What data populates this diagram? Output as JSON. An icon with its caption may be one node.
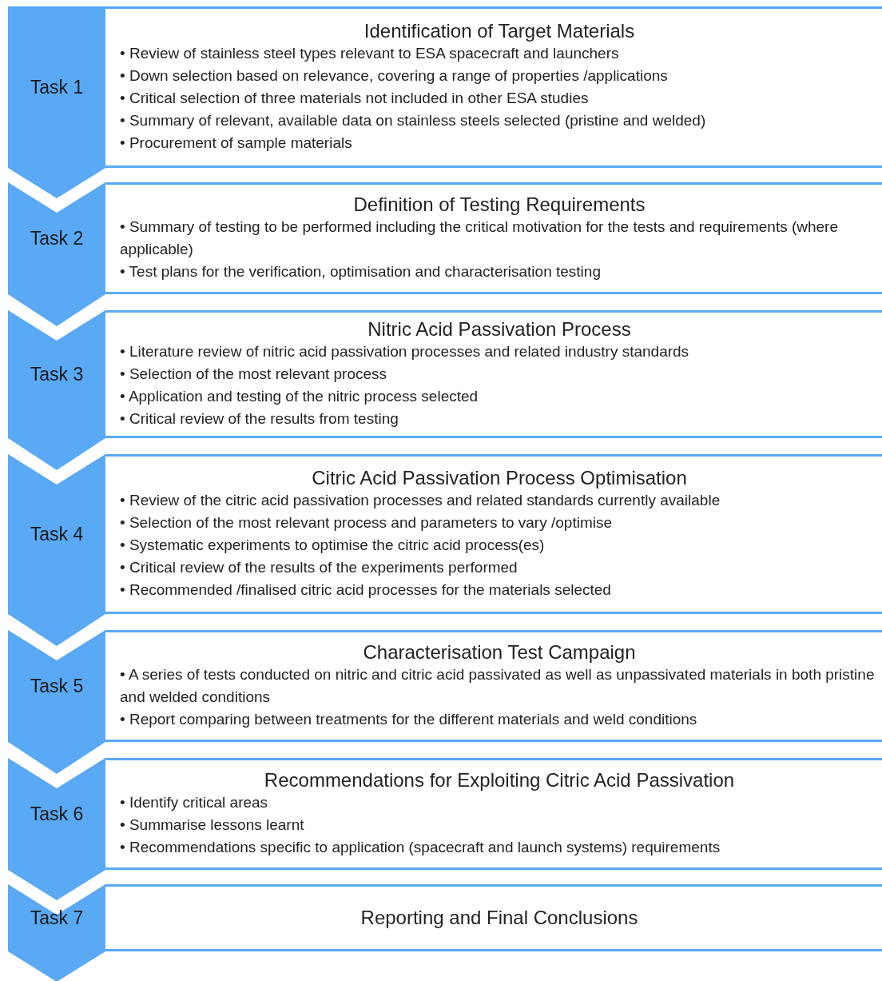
{
  "diagram": {
    "nodes": [
      {
        "text": [
          "Task 1"
        ]
      },
      {
        "text": [
          "Identification of Target Materials",
          "• Review of stainless steel types relevant to ESA spacecraft and launchers",
          "• Down selection based on relevance, covering a range of properties /applications",
          "• Critical selection of three materials not included in other ESA studies",
          "• Summary of relevant, available data on stainless steels selected (pristine and welded)",
          "• Procurement of sample materials"
        ]
      },
      {
        "text": [
          "Task 2"
        ]
      },
      {
        "text": [
          "Definition of Testing Requirements",
          "• Summary of testing to be performed including the critical motivation for the tests and requirements (where applicable)",
          "• Test plans for the verification, optimisation and characterisation testing"
        ]
      },
      {
        "text": [
          "Task 3"
        ]
      },
      {
        "text": [
          "Nitric Acid Passivation Process",
          "• Literature review of nitric acid passivation processes and related industry standards",
          "• Selection of the most relevant process",
          "• Application and testing of the nitric process selected",
          "• Critical review of the results from testing"
        ]
      },
      {
        "text": [
          "Task 4"
        ]
      },
      {
        "text": [
          "Citric Acid Passivation Process Optimisation",
          "• Review of the citric acid passivation processes and related standards currently available",
          "• Selection of the most relevant process and parameters to vary /optimise",
          "• Systematic experiments to optimise the citric acid process(es)",
          "• Critical review of the results of the experiments performed",
          "• Recommended /finalised citric acid processes for the materials selected"
        ]
      },
      {
        "text": [
          "Task 5"
        ]
      },
      {
        "text": [
          "Characterisation Test Campaign",
          "• A series of tests conducted on nitric and citric acid passivated as well as unpassivated materials in both pristine and welded conditions",
          "• Report comparing between treatments for the different materials and weld conditions"
        ]
      },
      {
        "text": [
          "Task 6"
        ]
      },
      {
        "text": [
          "Recommendations for Exploiting Citric Acid Passivation",
          "• Identify critical areas",
          "• Summarise lessons learnt",
          "• Recommendations specific to application (spacecraft and launch systems) requirements"
        ]
      },
      {
        "text": [
          "Task 7"
        ]
      },
      {
        "text": [
          "Reporting and Final Conclusions"
        ]
      }
    ],
    "edges": [
      {
        "from": 0,
        "to": 2,
        "arrow": "to"
      },
      {
        "from": 2,
        "to": 4,
        "arrow": "to"
      },
      {
        "from": 4,
        "to": 6,
        "arrow": "to"
      },
      {
        "from": 6,
        "to": 8,
        "arrow": "to"
      },
      {
        "from": 8,
        "to": 10,
        "arrow": "to"
      },
      {
        "from": 10,
        "to": 12,
        "arrow": "to"
      },
      {
        "from": 12,
        "to": null,
        "arrow": "to"
      }
    ]
  }
}
